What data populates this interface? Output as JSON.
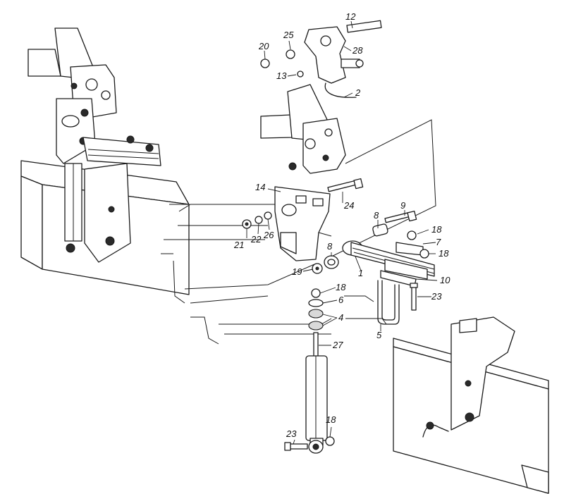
{
  "callouts": {
    "c1": "1",
    "c2": "2",
    "c4": "4",
    "c5": "5",
    "c6": "6",
    "c7": "7",
    "c8a": "8",
    "c8b": "8",
    "c9": "9",
    "c10": "10",
    "c12": "12",
    "c13": "13",
    "c14": "14",
    "c18a": "18",
    "c18b": "18",
    "c18c": "18",
    "c18d": "18",
    "c19": "19",
    "c20": "20",
    "c21": "21",
    "c22": "22",
    "c23a": "23",
    "c23b": "23",
    "c24": "24",
    "c25": "25",
    "c26": "26",
    "c27": "27",
    "c28": "28"
  }
}
